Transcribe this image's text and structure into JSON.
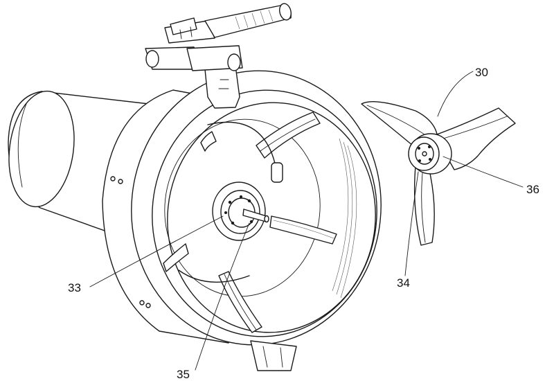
{
  "labels": [
    {
      "id": "30",
      "text": "30"
    },
    {
      "id": "33",
      "text": "33"
    },
    {
      "id": "34",
      "text": "34"
    },
    {
      "id": "35",
      "text": "35"
    },
    {
      "id": "36",
      "text": "36"
    }
  ]
}
